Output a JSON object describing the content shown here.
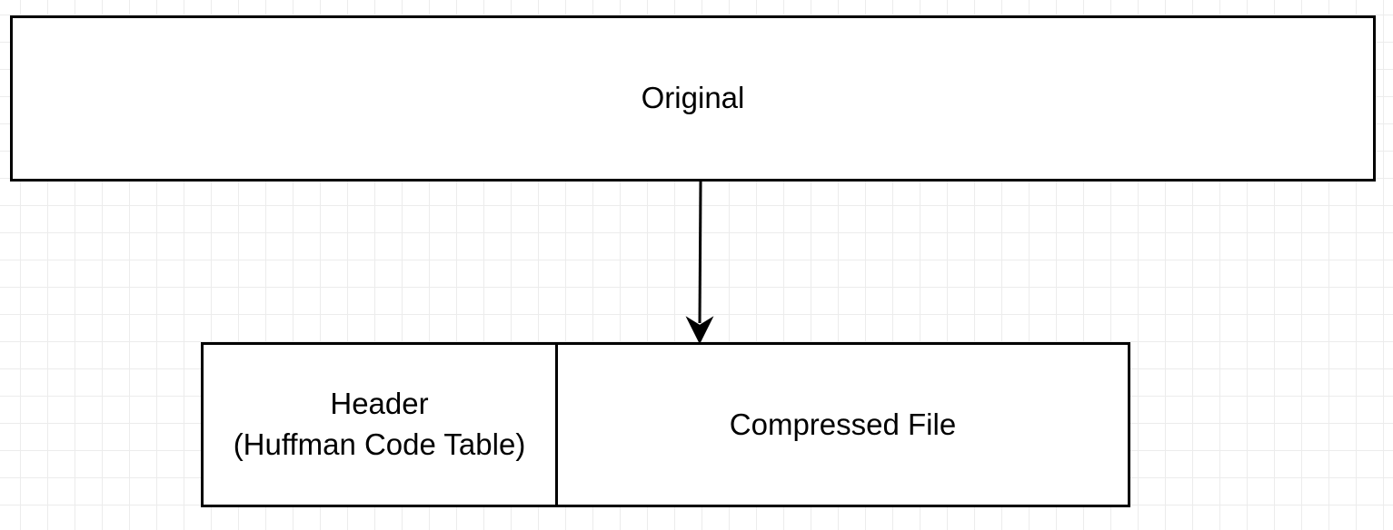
{
  "diagram": {
    "nodes": {
      "original": {
        "label": "Original"
      },
      "header": {
        "label_line1": "Header",
        "label_line2": "(Huffman Code Table)"
      },
      "compressed": {
        "label": "Compressed File"
      }
    },
    "edges": [
      {
        "from": "original",
        "to": "compressed-file-group"
      }
    ]
  },
  "colors": {
    "stroke": "#000000",
    "grid": "#ececec",
    "background": "#ffffff"
  }
}
